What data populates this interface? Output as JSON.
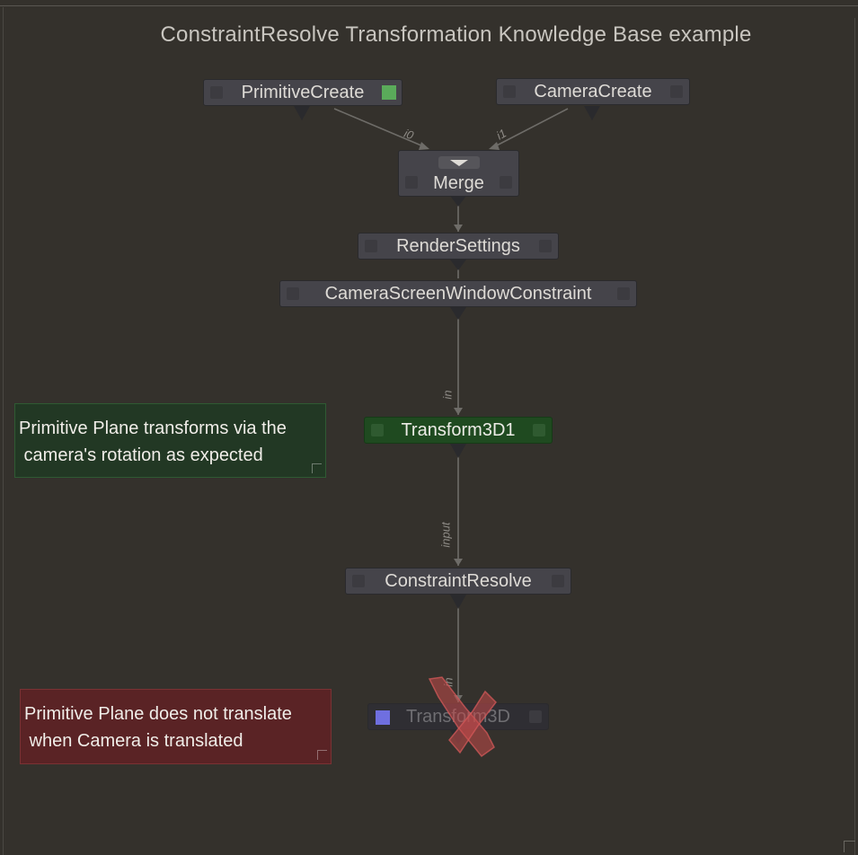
{
  "graph": {
    "title": "ConstraintResolve Transformation Knowledge Base example",
    "nodes": {
      "primitive_create": "PrimitiveCreate",
      "camera_create": "CameraCreate",
      "merge": "Merge",
      "render_settings": "RenderSettings",
      "camera_screen_window_constraint": "CameraScreenWindowConstraint",
      "transform3d1": "Transform3D1",
      "constraint_resolve": "ConstraintResolve",
      "transform3d": "Transform3D"
    },
    "edge_labels": {
      "merge_i0": "i0",
      "merge_i1": "i1",
      "transform3d1_in": "in",
      "constraint_resolve_input": "input",
      "transform3d_in": "in"
    },
    "notes": {
      "green_line1": "Primitive Plane transforms via the",
      "green_line2": " camera's rotation as expected",
      "red_line1": "Primitive Plane does not translate",
      "red_line2": " when Camera is translated"
    },
    "colors": {
      "background": "#34312c",
      "node": "#45444a",
      "transform3d1_node": "#1f4a20",
      "note_green": "#223824",
      "note_red": "#5a2325",
      "disabled_cross": "#c44a4a",
      "flag_green": "#5aaa5a",
      "flag_blue": "#6f6fe0"
    }
  }
}
